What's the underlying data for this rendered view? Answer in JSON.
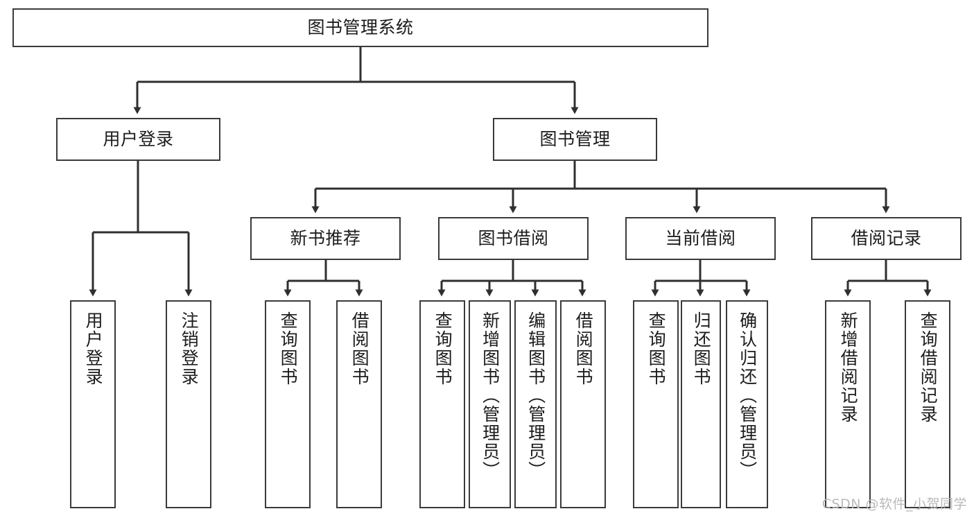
{
  "diagram": {
    "title": "图书管理系统",
    "type": "tree-hierarchy",
    "watermark": "CSDN @软件_小贺同学",
    "colors": {
      "box_border": "#3a3a3a",
      "box_fill": "#ffffff",
      "connector": "#2f2f2f",
      "text": "#1c1c1c",
      "watermark": "#b9b9b9"
    }
  },
  "nodes": {
    "root": {
      "label": "图书管理系统"
    },
    "level1": [
      {
        "label": "用户登录"
      },
      {
        "label": "图书管理"
      }
    ],
    "level2": [
      {
        "label": "新书推荐"
      },
      {
        "label": "图书借阅"
      },
      {
        "label": "当前借阅"
      },
      {
        "label": "借阅记录"
      }
    ],
    "leaves": {
      "user_login": [
        {
          "label": "用户登录"
        },
        {
          "label": "注销登录"
        }
      ],
      "new_book_recommend": [
        {
          "label": "查询图书"
        },
        {
          "label": "借阅图书"
        }
      ],
      "book_borrow": [
        {
          "label": "查询图书"
        },
        {
          "label": "新增图书（管理员）"
        },
        {
          "label": "编辑图书（管理员）"
        },
        {
          "label": "借阅图书"
        }
      ],
      "current_borrow": [
        {
          "label": "查询图书"
        },
        {
          "label": "归还图书"
        },
        {
          "label": "确认归还（管理员）"
        }
      ],
      "borrow_record": [
        {
          "label": "新增借阅记录"
        },
        {
          "label": "查询借阅记录"
        }
      ]
    }
  }
}
